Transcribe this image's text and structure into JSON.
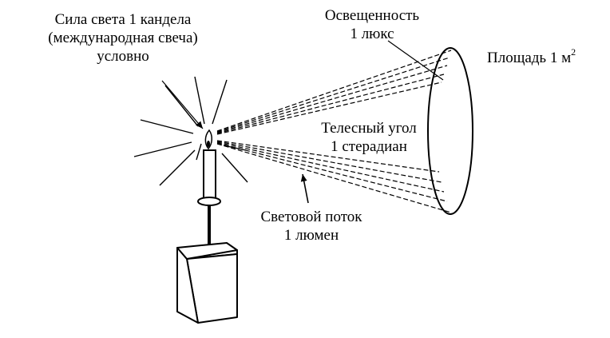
{
  "labels": {
    "candela": {
      "line1": "Сила света 1 кандела",
      "line2": "(международная свеча)",
      "line3": "условно"
    },
    "illuminance": {
      "line1": "Освещенность",
      "line2": "1 люкс"
    },
    "area": {
      "text": "Площадь 1 м",
      "superscript": "2"
    },
    "solid_angle": {
      "line1": "Телесный угол",
      "line2": "1 стерадиан"
    },
    "flux": {
      "line1": "Световой поток",
      "line2": "1 люмен"
    }
  },
  "colors": {
    "ink": "#000000",
    "background": "#ffffff"
  }
}
